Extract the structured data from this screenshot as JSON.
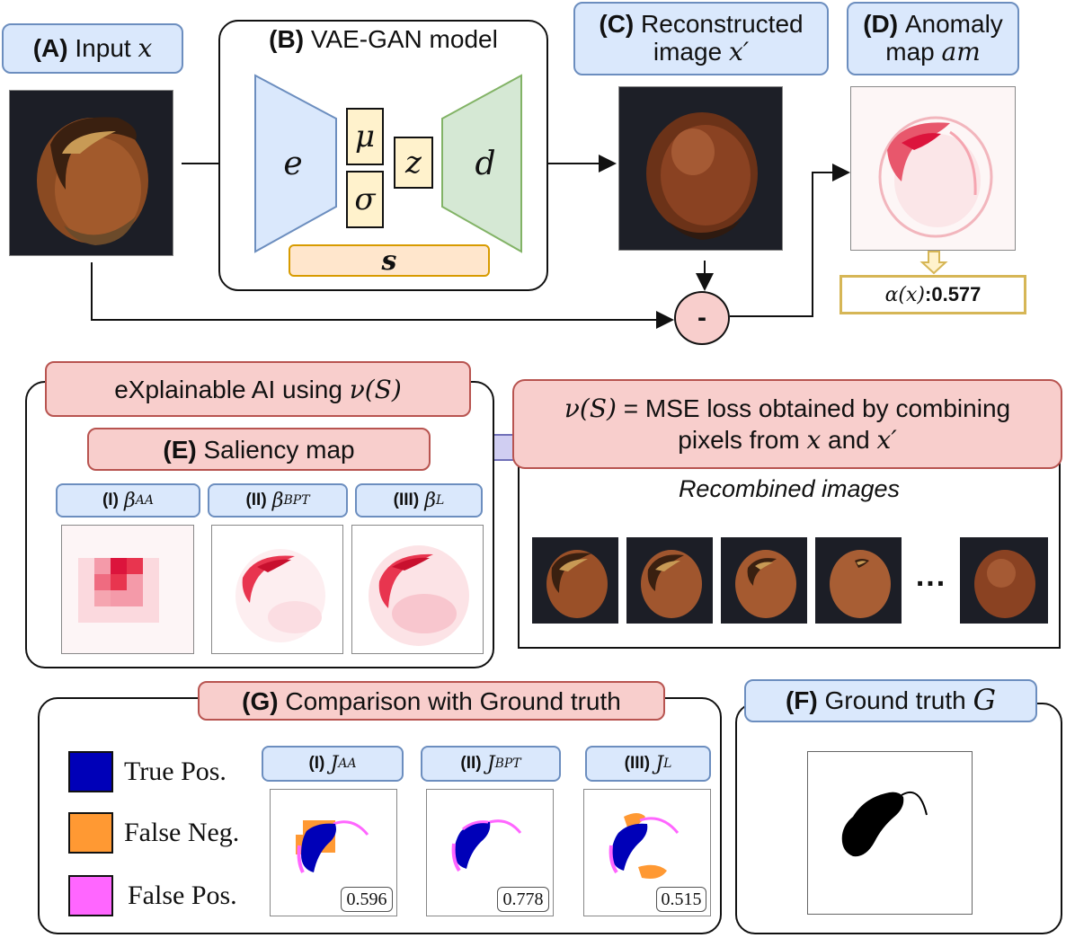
{
  "labels": {
    "input": {
      "letter": "(A)",
      "text": "Input",
      "sym": "x"
    },
    "vae": {
      "letter": "(B)",
      "text": "VAE-GAN model"
    },
    "recon": {
      "letter": "(C)",
      "line1": "Reconstructed",
      "line2": "image",
      "sym": "x′"
    },
    "anomaly": {
      "letter": "(D)",
      "line1": "Anomaly",
      "line2": "map",
      "sym": "am"
    },
    "alpha": {
      "sym": "α(x)",
      "value": ":0.577"
    },
    "minus": "-",
    "xai": {
      "text": "eXplainable AI using",
      "sym": "ν(S)"
    },
    "saliency": {
      "letter": "(E)",
      "text": "Saliency map"
    },
    "nu_def": {
      "sym": "ν(S)",
      "line1": "= MSE loss obtained by combining",
      "line2a": "pixels from",
      "x": "x",
      "and": "and",
      "xp": "x′"
    },
    "recombined": "Recombined images",
    "ellipsis": "...",
    "compare": {
      "letter": "(G)",
      "text": "Comparison with Ground truth"
    },
    "ground": {
      "letter": "(F)",
      "text": "Ground truth",
      "sym": "G"
    }
  },
  "encoder": {
    "e": "e",
    "mu": "μ",
    "sigma": "σ",
    "z": "z",
    "d": "d",
    "s": "s"
  },
  "saliency_tabs": [
    {
      "num": "(I)",
      "sym": "β",
      "sub": "AA"
    },
    {
      "num": "(II)",
      "sym": "β",
      "sub": "BPT"
    },
    {
      "num": "(III)",
      "sym": "β",
      "sub": "L"
    }
  ],
  "jaccard_tabs": [
    {
      "num": "(I)",
      "sym": "J",
      "sub": "AA",
      "score": "0.596"
    },
    {
      "num": "(II)",
      "sym": "J",
      "sub": "BPT",
      "score": "0.778"
    },
    {
      "num": "(III)",
      "sym": "J",
      "sub": "L",
      "score": "0.515"
    }
  ],
  "legend": [
    {
      "label": "True Pos.",
      "color": "#0000b8"
    },
    {
      "label": "False Neg.",
      "color": "#ff9933"
    },
    {
      "label": "False Pos.",
      "color": "#ff66ff"
    }
  ],
  "colors": {
    "encoder": "#dae8fc",
    "decoder": "#d5e8d4",
    "latent": "#fff2cc",
    "s_bar": "#ffe6cc",
    "heat": "#dc143c"
  }
}
